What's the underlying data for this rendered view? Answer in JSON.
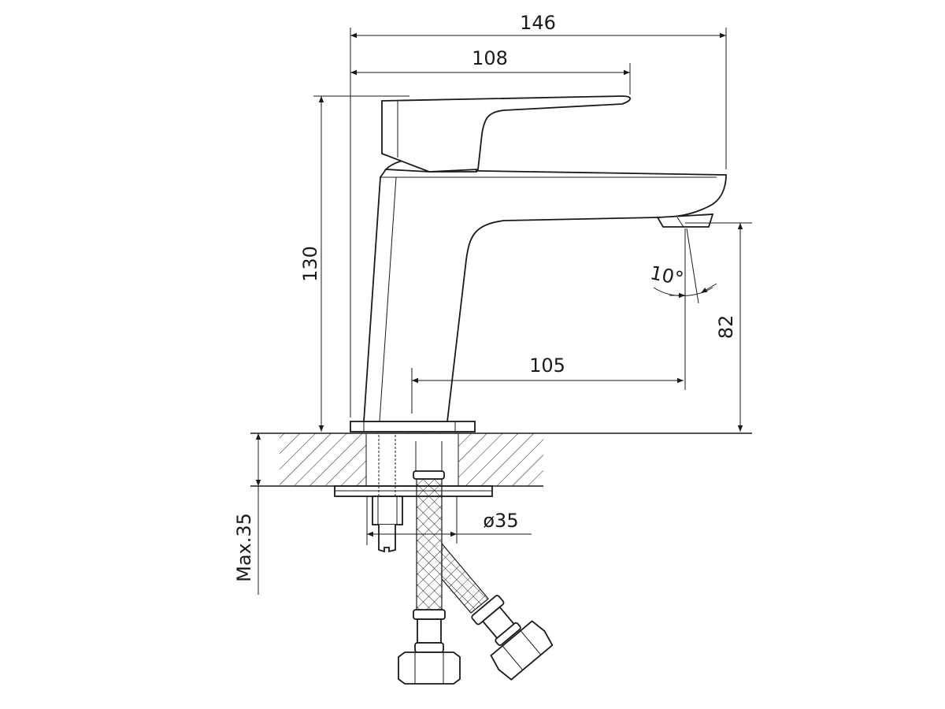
{
  "title": "Basin faucet dimensional drawing",
  "dimensions": {
    "overall_length": "146",
    "handle_length": "108",
    "height": "130",
    "spout_reach": "105",
    "spout_height": "82",
    "spout_angle": "10°",
    "hole_diameter": "ø35",
    "max_counter_thickness": "Max.35"
  },
  "colors": {
    "line": "#1a1a1a",
    "background": "#ffffff"
  }
}
